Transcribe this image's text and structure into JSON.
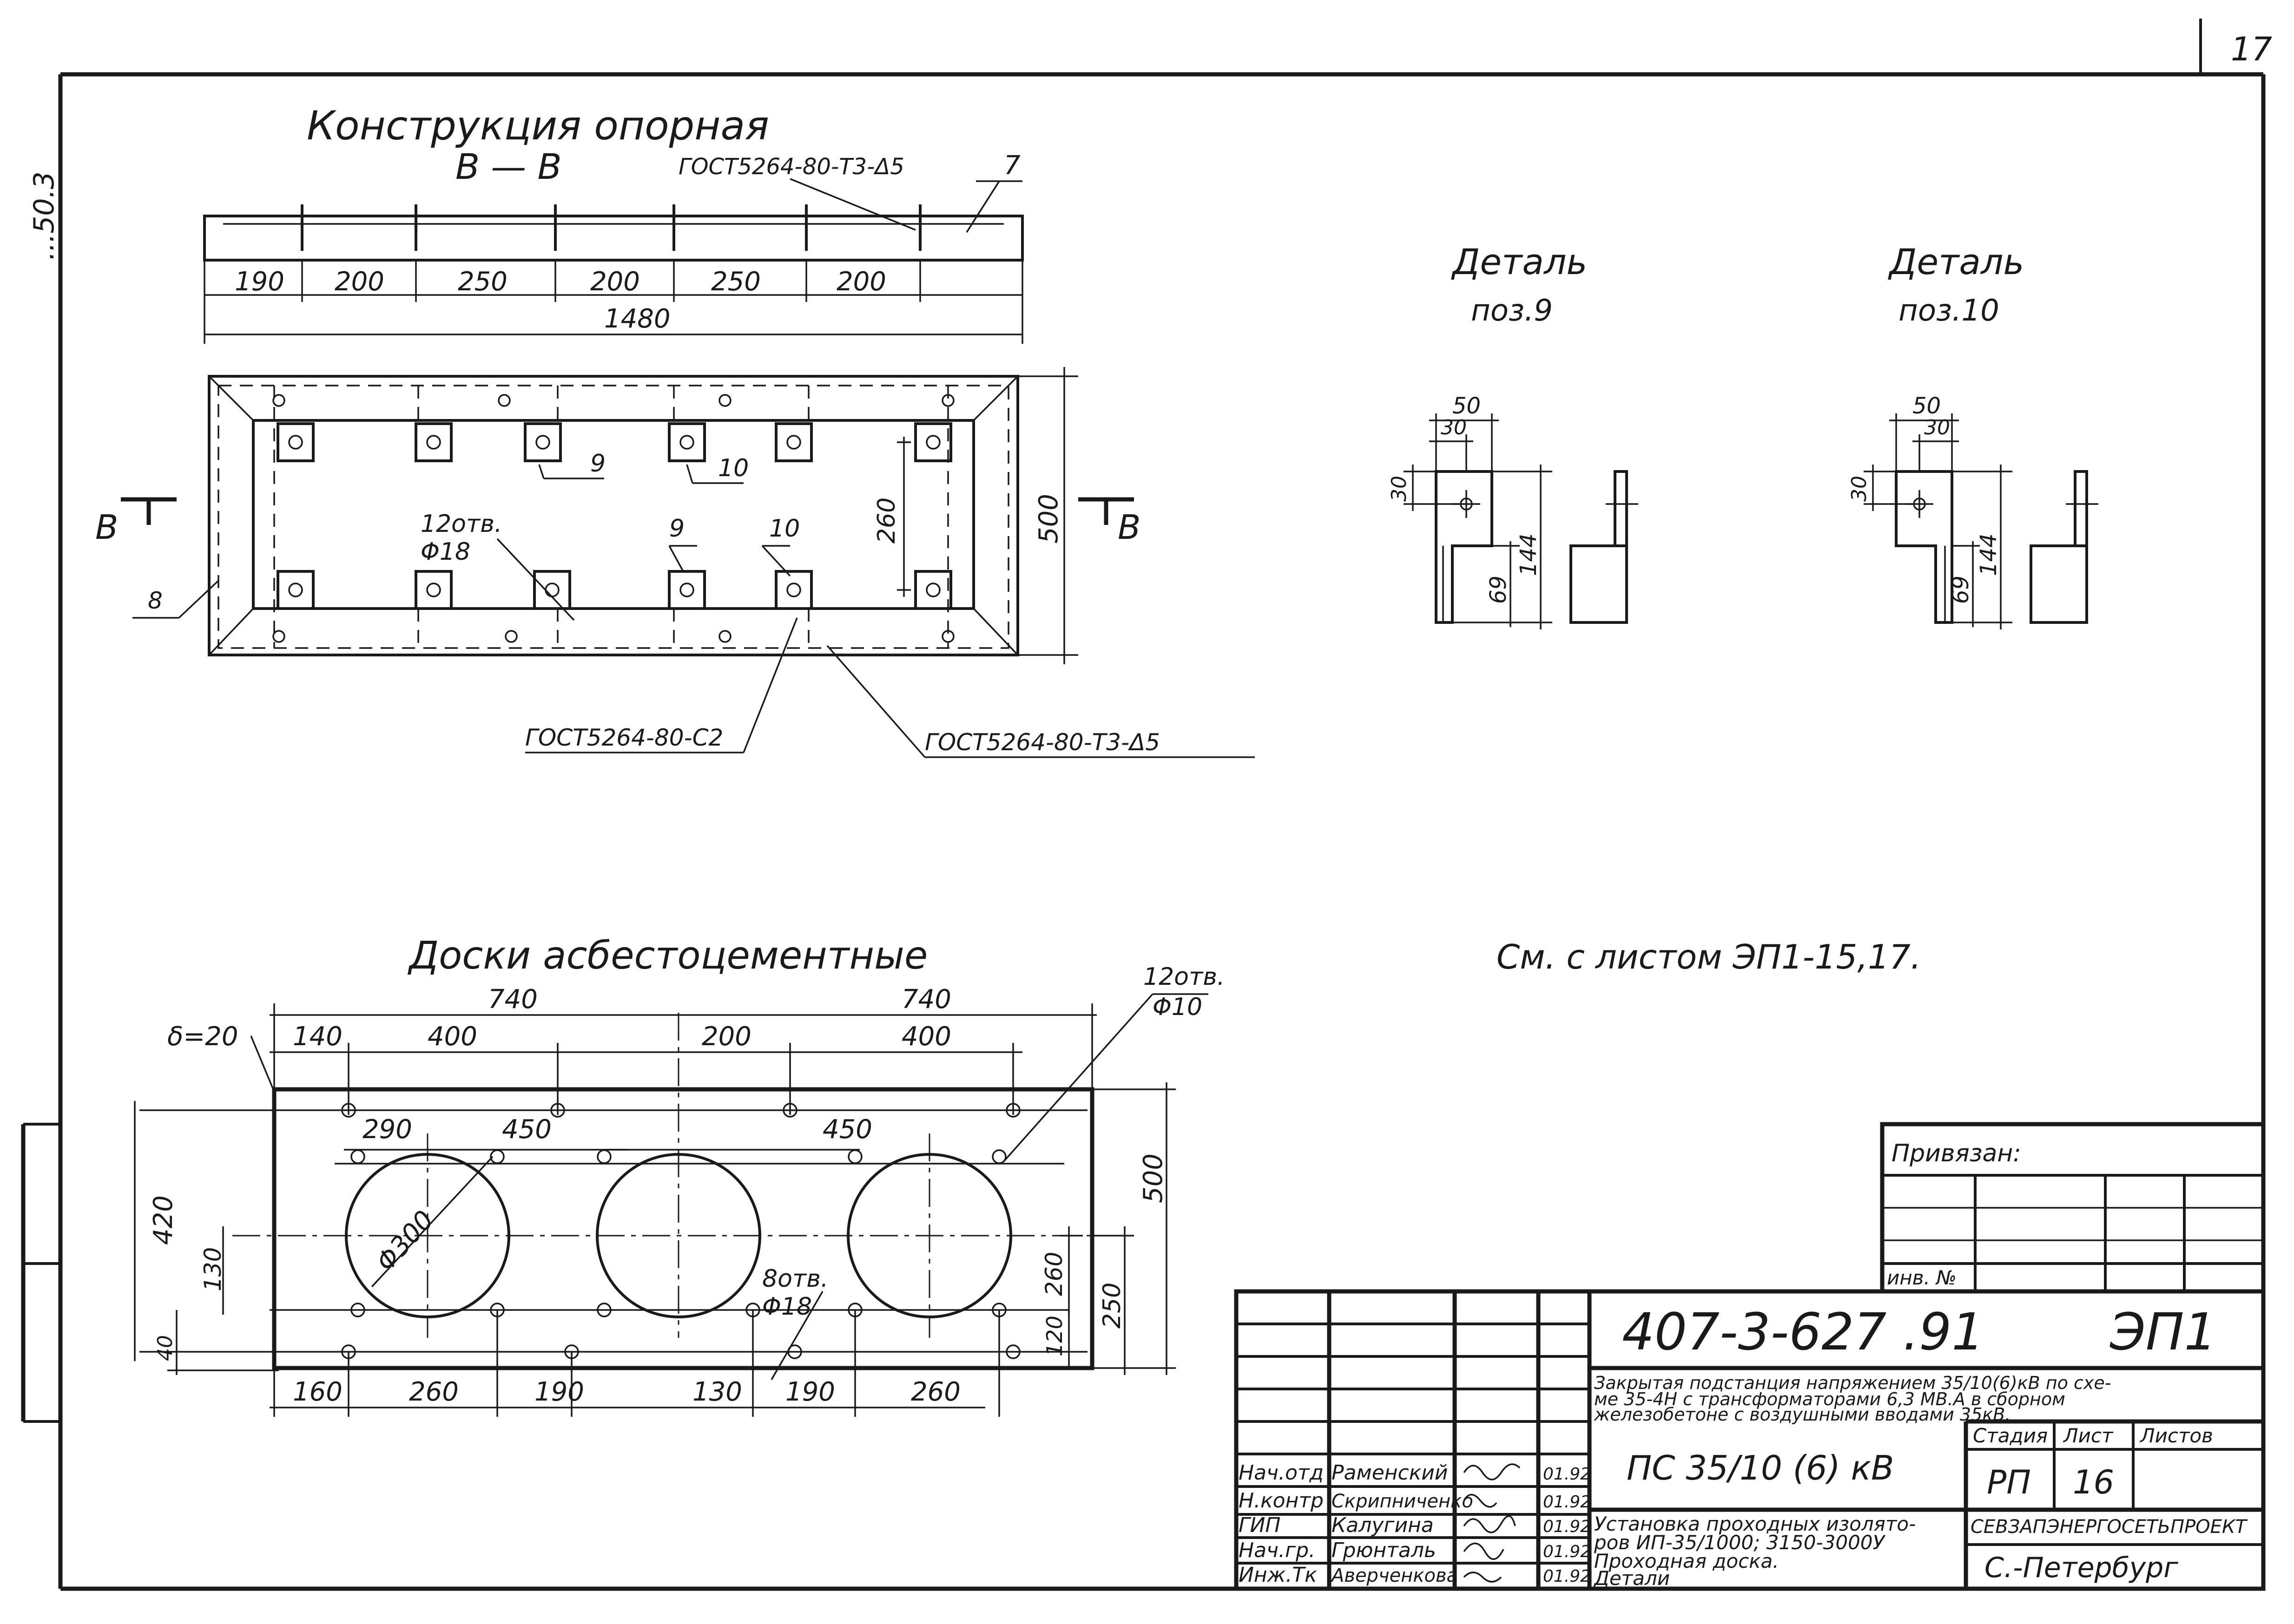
{
  "sheet_number": "17",
  "margin_note": "...50.3",
  "support": {
    "title": "Конструкция опорная",
    "section": "В — В",
    "weld_top": "ГОСТ5264-80-Т3-Δ5",
    "pos_7": "7",
    "spans": [
      "190",
      "200",
      "250",
      "200",
      "250",
      "200"
    ],
    "total": "1480",
    "height": "500",
    "section_mark": "В",
    "pos_8": "8",
    "pos_9": "9",
    "pos_10": "10",
    "holes": "12отв.",
    "hole_dia": "Φ18",
    "dim_260": "260",
    "weld_c2": "ГОСТ5264-80-С2",
    "weld_bottom": "ГОСТ5264-80-Т3-Δ5"
  },
  "detail9": {
    "title": "Деталь",
    "pos": "поз.9",
    "d50": "50",
    "d30a": "30",
    "d30b": "30",
    "d144": "144",
    "d69": "69"
  },
  "detail10": {
    "title": "Деталь",
    "pos": "поз.10",
    "d50": "50",
    "d30a": "30",
    "d30b": "30",
    "d144": "144",
    "d69": "69"
  },
  "see_sheets": "См. с листом  ЭП1-15,17.",
  "boards": {
    "title": "Доски асбестоцементные",
    "thickness": "δ=20",
    "d740a": "740",
    "d740b": "740",
    "d140": "140",
    "d400a": "400",
    "d200": "200",
    "d400b": "400",
    "holes12": "12отв.",
    "dia10": "Φ10",
    "d290": "290",
    "d450a": "450",
    "d450b": "450",
    "d500": "500",
    "d420": "420",
    "d130v": "130",
    "d40": "40",
    "dia300": "Φ300",
    "holes8": "8отв.",
    "dia18": "Φ18",
    "d260v": "260",
    "d120": "120",
    "d250": "250",
    "bottom": [
      "160",
      "260",
      "190",
      "130",
      "190",
      "260"
    ]
  },
  "stamp": {
    "attached": "Привязан:",
    "inv": "инв. №",
    "code": "407-3-627 .91",
    "mark": "ЭП1",
    "title1": "Закрытая подстанция напряжением 35/10(6)кВ по схе-",
    "title2": "ме 35-4Н с трансформаторами 6,3 МВ.А в сборном",
    "title3": "железобетоне с воздушными вводами 35кВ.",
    "stage_h": "Стадия",
    "sheet_h": "Лист",
    "sheets_h": "Листов",
    "stage": "РП",
    "sheet": "16",
    "ps": "ПС 35/10 (6) кВ",
    "desc1": "Установка проходных изолято-",
    "desc2": "ров ИП-35/1000; 3150-3000У",
    "desc3": "Проходная доска.",
    "desc4": "Детали",
    "org": "СЕВЗАПЭНЕРГОСЕТЬПРОЕКТ",
    "city": "С.-Петербург",
    "people": [
      {
        "role": "Нач.отд",
        "name": "Раменский",
        "date": "01.92"
      },
      {
        "role": "Н.контр",
        "name": "Скрипниченко",
        "date": "01.92"
      },
      {
        "role": "ГИП",
        "name": "Калугина",
        "date": "01.92"
      },
      {
        "role": "Нач.гр.",
        "name": "Грюнталь",
        "date": "01.92"
      },
      {
        "role": "Инж.Тк",
        "name": "Аверченкова",
        "date": "01.92"
      }
    ]
  }
}
